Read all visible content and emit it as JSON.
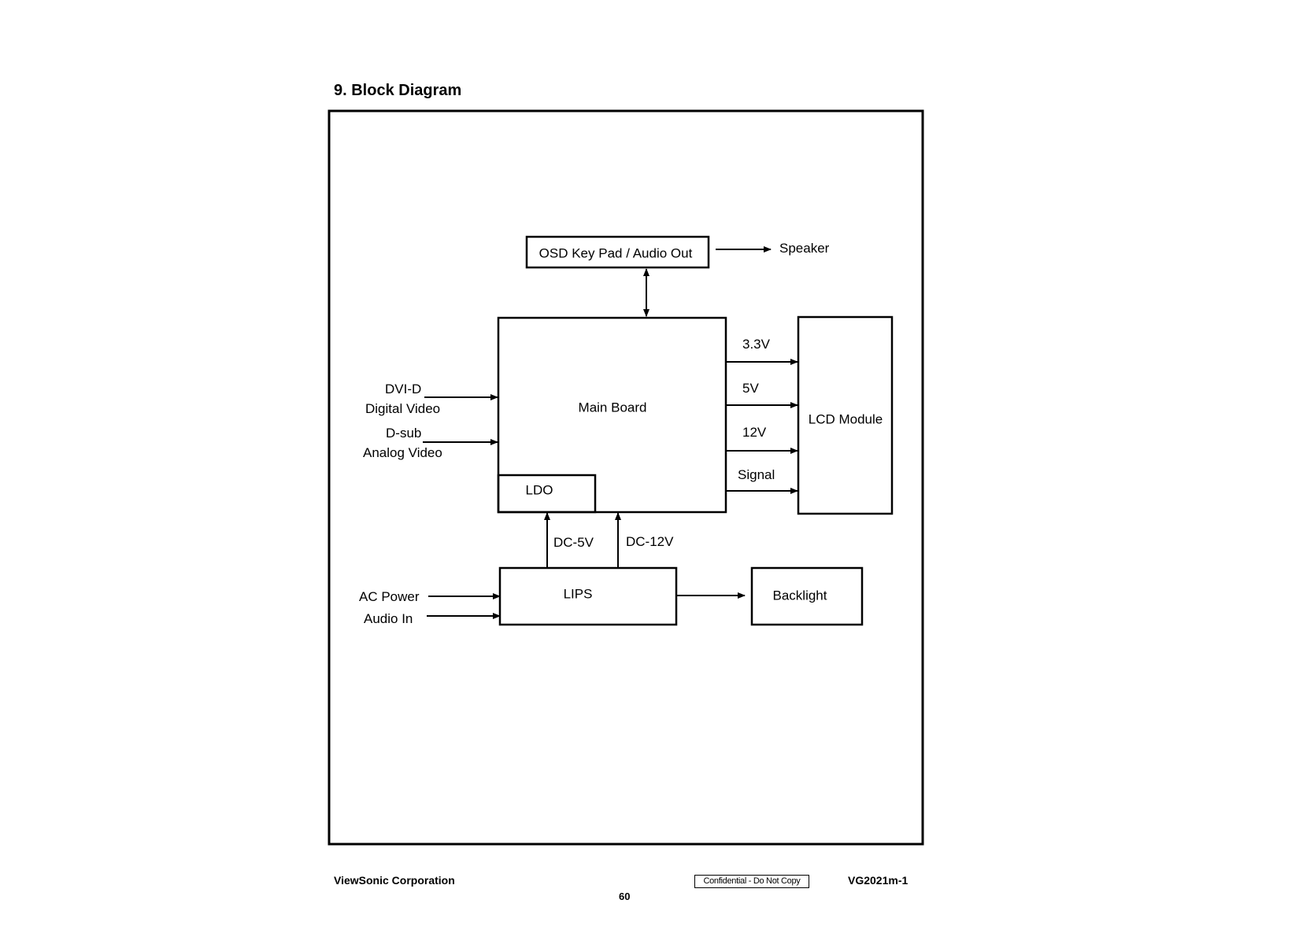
{
  "page": {
    "title": "9. Block Diagram"
  },
  "diagram": {
    "blocks": {
      "osd": "OSD Key Pad / Audio Out",
      "main_board": "Main Board",
      "ldo": "LDO",
      "lcd_module": "LCD Module",
      "lips": "LIPS",
      "backlight": "Backlight"
    },
    "labels": {
      "speaker": "Speaker",
      "dvi_d": "DVI-D",
      "digital_video": "Digital Video",
      "d_sub": "D-sub",
      "analog_video": "Analog Video",
      "v33": "3.3V",
      "v5": "5V",
      "v12": "12V",
      "signal": "Signal",
      "dc_5v": "DC-5V",
      "dc_12v": "DC-12V",
      "ac_power": "AC Power",
      "audio_in": "Audio In"
    }
  },
  "footer": {
    "company": "ViewSonic Corporation",
    "confidential": "Confidential - Do Not Copy",
    "model": "VG2021m-1",
    "page_number": "60"
  }
}
